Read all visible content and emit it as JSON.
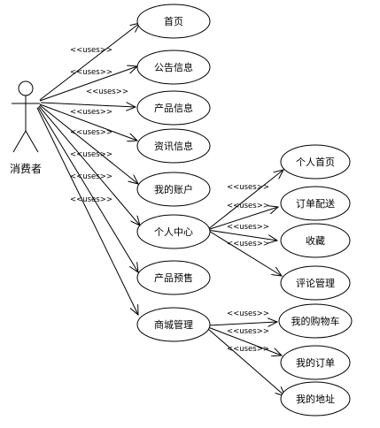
{
  "actor": {
    "label": "消费者"
  },
  "stereotype": "<<uses>>",
  "use_cases": {
    "home": "首页",
    "notice": "公告信息",
    "product_info": "产品信息",
    "news": "资讯信息",
    "my_account": "我的账户",
    "personal_center": "个人中心",
    "presale": "产品预售",
    "mall_management": "商城管理",
    "personal_home": "个人首页",
    "order_delivery": "订单配送",
    "favorites": "收藏",
    "comment_management": "评论管理",
    "my_cart": "我的购物车",
    "my_orders": "我的订单",
    "my_address": "我的地址"
  }
}
